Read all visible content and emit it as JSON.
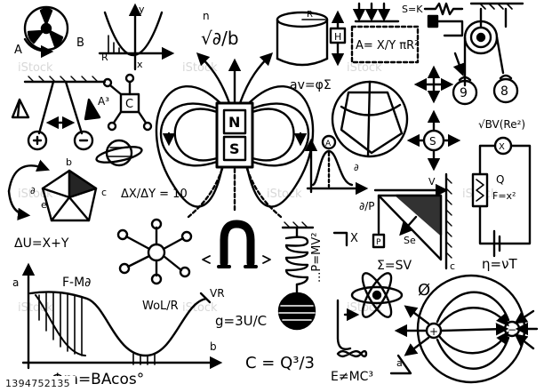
{
  "watermark": "iStock",
  "stock_id": "1394752135",
  "formulas": {
    "fan_a": "A",
    "fan_b": "B",
    "parabola_y": "y",
    "parabola_r": "R",
    "parabola_x": "x",
    "root_n": "n",
    "root_body": "√∂/b",
    "cyl_r": "R",
    "cyl_h": "H",
    "s_eq_k": "S=K",
    "area_formula": "A= X/Y πR²",
    "a_cubed": "A³",
    "c_box": "C",
    "magnet_n": "N",
    "magnet_s": "S",
    "av_formula": "av=φΣ",
    "ball_a": "A",
    "small_a": "∂",
    "weight_9": "9",
    "weight_8": "8",
    "circle_s": "S",
    "bv_formula": "√BV(Re²)",
    "resistor_x": "X",
    "q_formula": "Q",
    "f_formula": "F=x²",
    "pent_b": "b",
    "pent_c": "c",
    "pent_e": "e",
    "pent_d": "∂",
    "ratio": "ΔX/ΔY = 10",
    "delta_u": "ΔU=X+Y",
    "frac_d_p": "∂/P",
    "incline_v": "V",
    "incline_se": "Se",
    "incline_p": "P",
    "mv_formula": "...P=MV²",
    "mv_x": "X",
    "sigma_formula": "Σ=SV",
    "eta_formula": "η=νT",
    "f_minus": "F-M∂",
    "vr": "VR",
    "wol": "WoL/R",
    "g_formula": "g=3U/C",
    "phi_formula": "Φm=BAcos°",
    "graph_b": "b",
    "graph_a": "a",
    "c_q3": "C = Q³/3",
    "e_mc3": "E≠MC³",
    "phi_sym": "Ø",
    "triangle_a": "a",
    "plus": "+",
    "minus": "−"
  }
}
